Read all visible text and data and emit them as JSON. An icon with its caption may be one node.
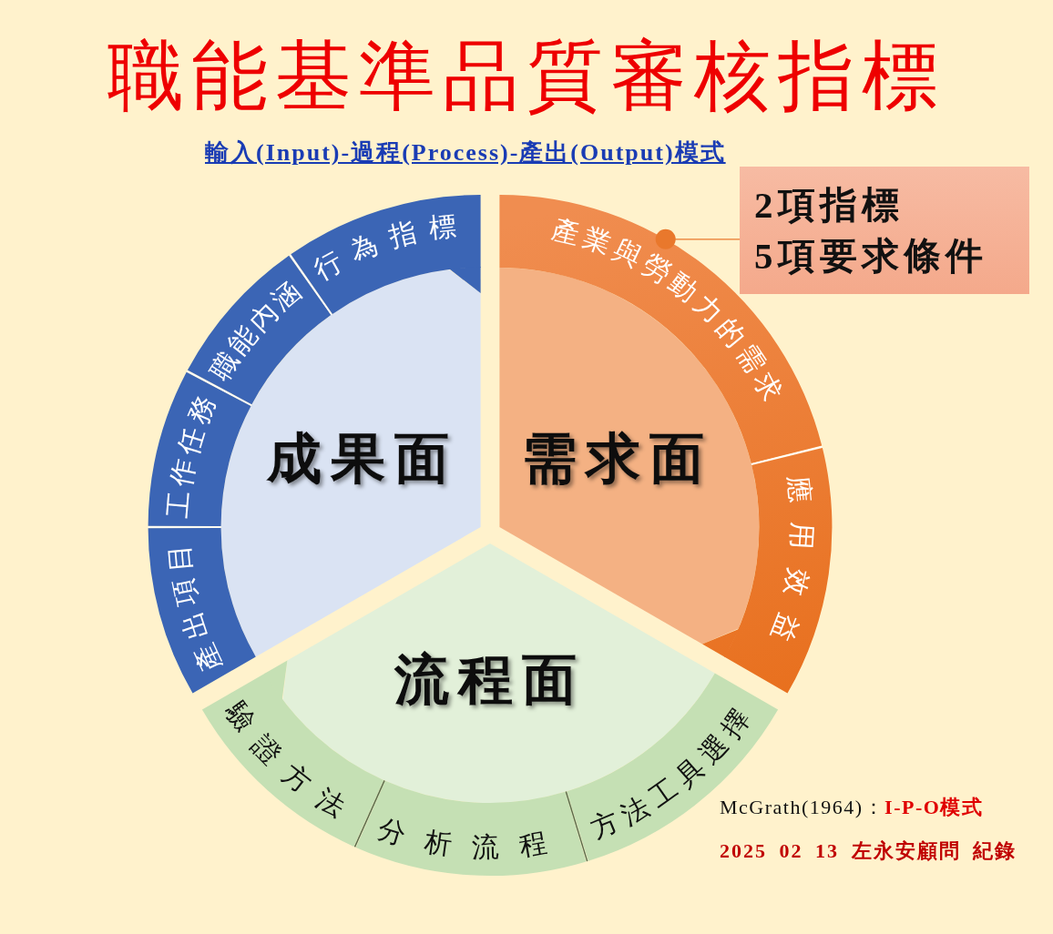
{
  "diagram": {
    "title": "職能基準品質審核指標",
    "nodes": [
      {
        "text": [
          "成果面"
        ]
      },
      {
        "text": [
          "產出項目"
        ]
      },
      {
        "text": [
          "工作任務"
        ]
      },
      {
        "text": [
          "職能內涵"
        ]
      },
      {
        "text": [
          "行為指標"
        ]
      },
      {
        "text": [
          "2項指標",
          "5項要求條件"
        ]
      },
      {
        "text": [
          "需求面"
        ]
      },
      {
        "text": [
          "產業與勞動力的需求"
        ]
      },
      {
        "text": [
          "應用效益"
        ]
      },
      {
        "text": [
          "流程面"
        ]
      },
      {
        "text": [
          "驗證方法"
        ]
      },
      {
        "text": [
          "分析流程"
        ]
      },
      {
        "text": [
          "方法工具選擇"
        ]
      }
    ],
    "edges": [
      {
        "from": 5,
        "to": 7,
        "arrow": "other"
      }
    ],
    "labels": [
      "輸入(Input)-過程(Process)-產出(Output)模式",
      "McGrath(1964)：**I-P-O模式**",
      "2025 02 13 左永安顧問 紀錄"
    ]
  }
}
